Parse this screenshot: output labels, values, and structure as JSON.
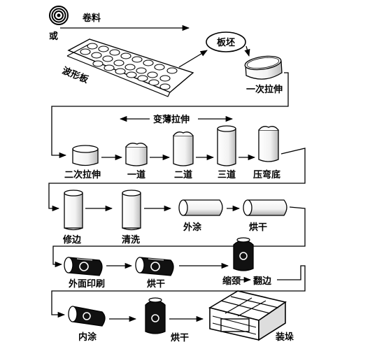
{
  "labels": {
    "coil": "卷料",
    "or": "或",
    "corrugated_sheet": "波形板",
    "blank": "板坯",
    "first_draw": "一次拉伸",
    "ironing": "变薄拉伸",
    "second_draw": "二次拉伸",
    "stage1": "一道",
    "stage2": "二道",
    "stage3": "三道",
    "dome": "压弯底",
    "trim": "修边",
    "wash": "清洗",
    "outer_coat": "外涂",
    "dry1": "烘干",
    "print": "外面印刷",
    "dry2": "烘干",
    "neck": "缩颈",
    "flange": "翻边",
    "inner_coat": "内涂",
    "dry3": "烘干",
    "pack": "装垛"
  }
}
